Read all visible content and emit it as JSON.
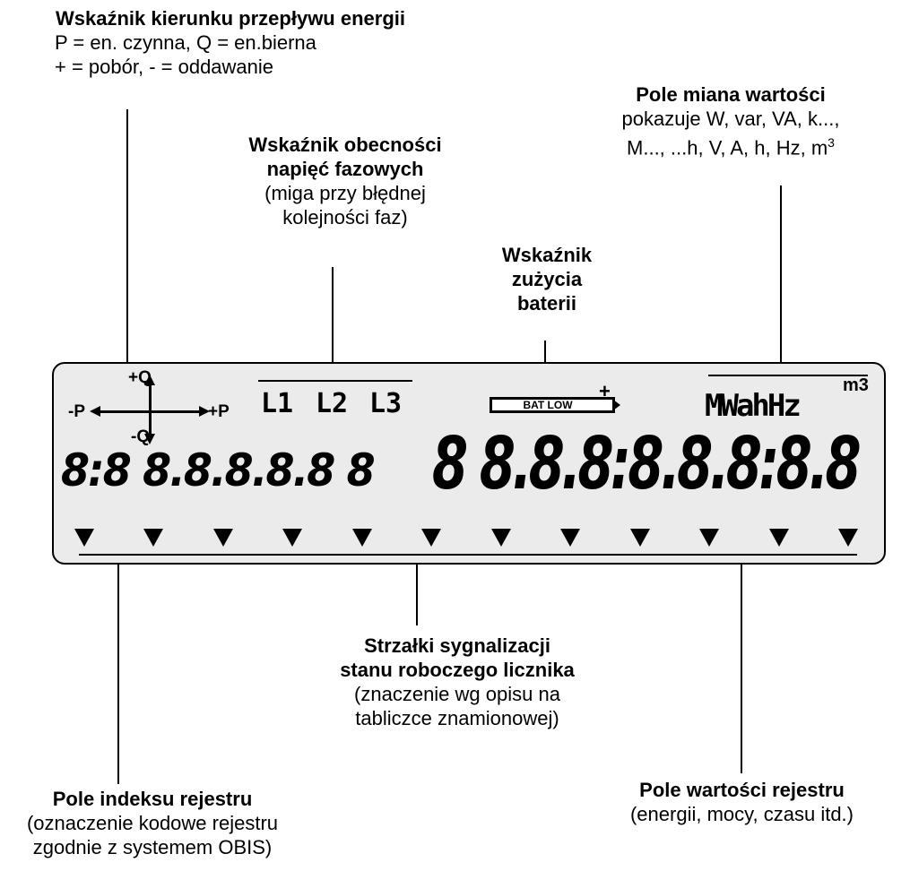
{
  "labels": {
    "direction": {
      "title": "Wskaźnik kierunku przepływu energii",
      "line1": "P = en. czynna,  Q = en.bierna",
      "line2": "+ = pobór,   - = oddawanie"
    },
    "units": {
      "title": "Pole miana wartości",
      "line1": "pokazuje W, var, VA, k...,",
      "line2": "M..., ...h, V, A, h, Hz, m",
      "sup": "3"
    },
    "phases": {
      "title1": "Wskaźnik obecności",
      "title2": "napięć fazowych",
      "line1": "(miga przy błędnej",
      "line2": "kolejności faz)"
    },
    "battery": {
      "title1": "Wskaźnik",
      "title2": "zużycia",
      "title3": "baterii"
    },
    "arrows": {
      "title1": "Strzałki sygnalizacji",
      "title2": "stanu roboczego licznika",
      "line1": "(znaczenie wg opisu na",
      "line2": "tabliczce znamionowej)"
    },
    "index": {
      "title": "Pole indeksu rejestru",
      "line1": "(oznaczenie kodowe rejestru",
      "line2": "zgodnie z systemem OBIS)"
    },
    "value": {
      "title": "Pole wartości rejestru",
      "line1": "(energii, mocy, czasu itd.)"
    }
  },
  "display": {
    "quadrant": {
      "plus_q": "+Q",
      "minus_q": "-Q",
      "minus_p": "-P",
      "plus_p": "+P"
    },
    "phases": [
      "L1",
      "L2",
      "L3"
    ],
    "battery_text": "BAT LOW",
    "battery_plus": "+",
    "unit_text": "MWahHz",
    "unit_sup": "m3",
    "index_digits": "8:8 8.8.8.8.8 8",
    "value_digits": "8 8.8.8:8.8.8:8.8",
    "arrow_count": 12
  }
}
